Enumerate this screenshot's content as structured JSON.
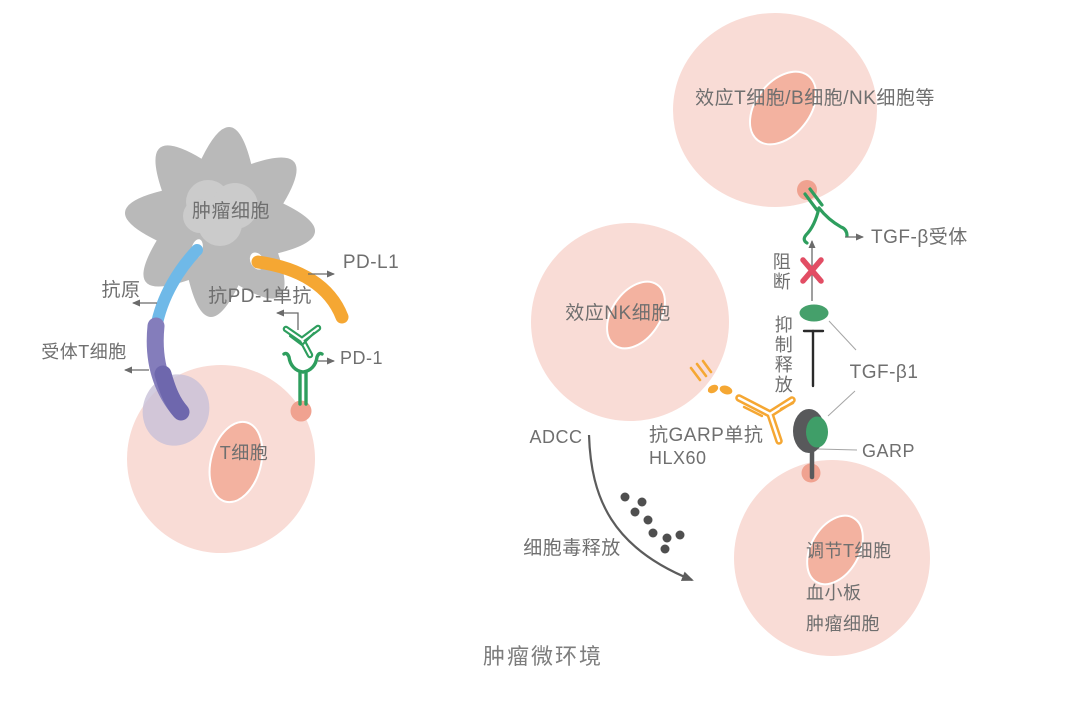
{
  "diagram": {
    "left_panel": {
      "tumor_cell": "肿瘤细胞",
      "antigen": "抗原",
      "anti_pd1_mab": "抗PD-1单抗",
      "pd_l1": "PD-L1",
      "pd_1": "PD-1",
      "receptor_t_cell": "受体T细胞",
      "t_cell": "T细胞"
    },
    "right_panel": {
      "effector_cells": "效应T细胞/B细胞/NK细胞等",
      "effector_nk_cell": "效应NK细胞",
      "tgf_beta_receptor": "TGF-β受体",
      "block": "阻断",
      "inhibit_release": "抑制释放",
      "tgf_beta1": "TGF-β1",
      "anti_garp_mab": "抗GARP单抗",
      "anti_garp_mab_name": "HLX60",
      "garp": "GARP",
      "adcc": "ADCC",
      "cytotoxin_release": "细胞毒释放",
      "regulatory_t_cell": "调节T细胞",
      "platelet": "血小板",
      "tumor_cell": "肿瘤细胞"
    },
    "caption": "肿瘤微环境"
  },
  "colors": {
    "cell_pink": "#f9dcd6",
    "nucleus_salmon": "#f3b2a0",
    "membrane_dot": "#f0a290",
    "tumor_gray": "#b9b9b9",
    "tumor_gray_inner": "#cbcbcb",
    "antigen_blue": "#6fb9e8",
    "tcr_purple": "#847dbb",
    "tcr_purple_dark": "#6e67ad",
    "tcr_shadow_lavender": "#c8c1d8",
    "antibody_green": "#2e9e5e",
    "tgfb1_green": "#45a06b",
    "antibody_orange": "#f5a733",
    "garp_dark": "#58595b",
    "block_x_red": "#e24d64",
    "granule_dark": "#4f4f4f",
    "text_gray": "#6f6f6f"
  }
}
